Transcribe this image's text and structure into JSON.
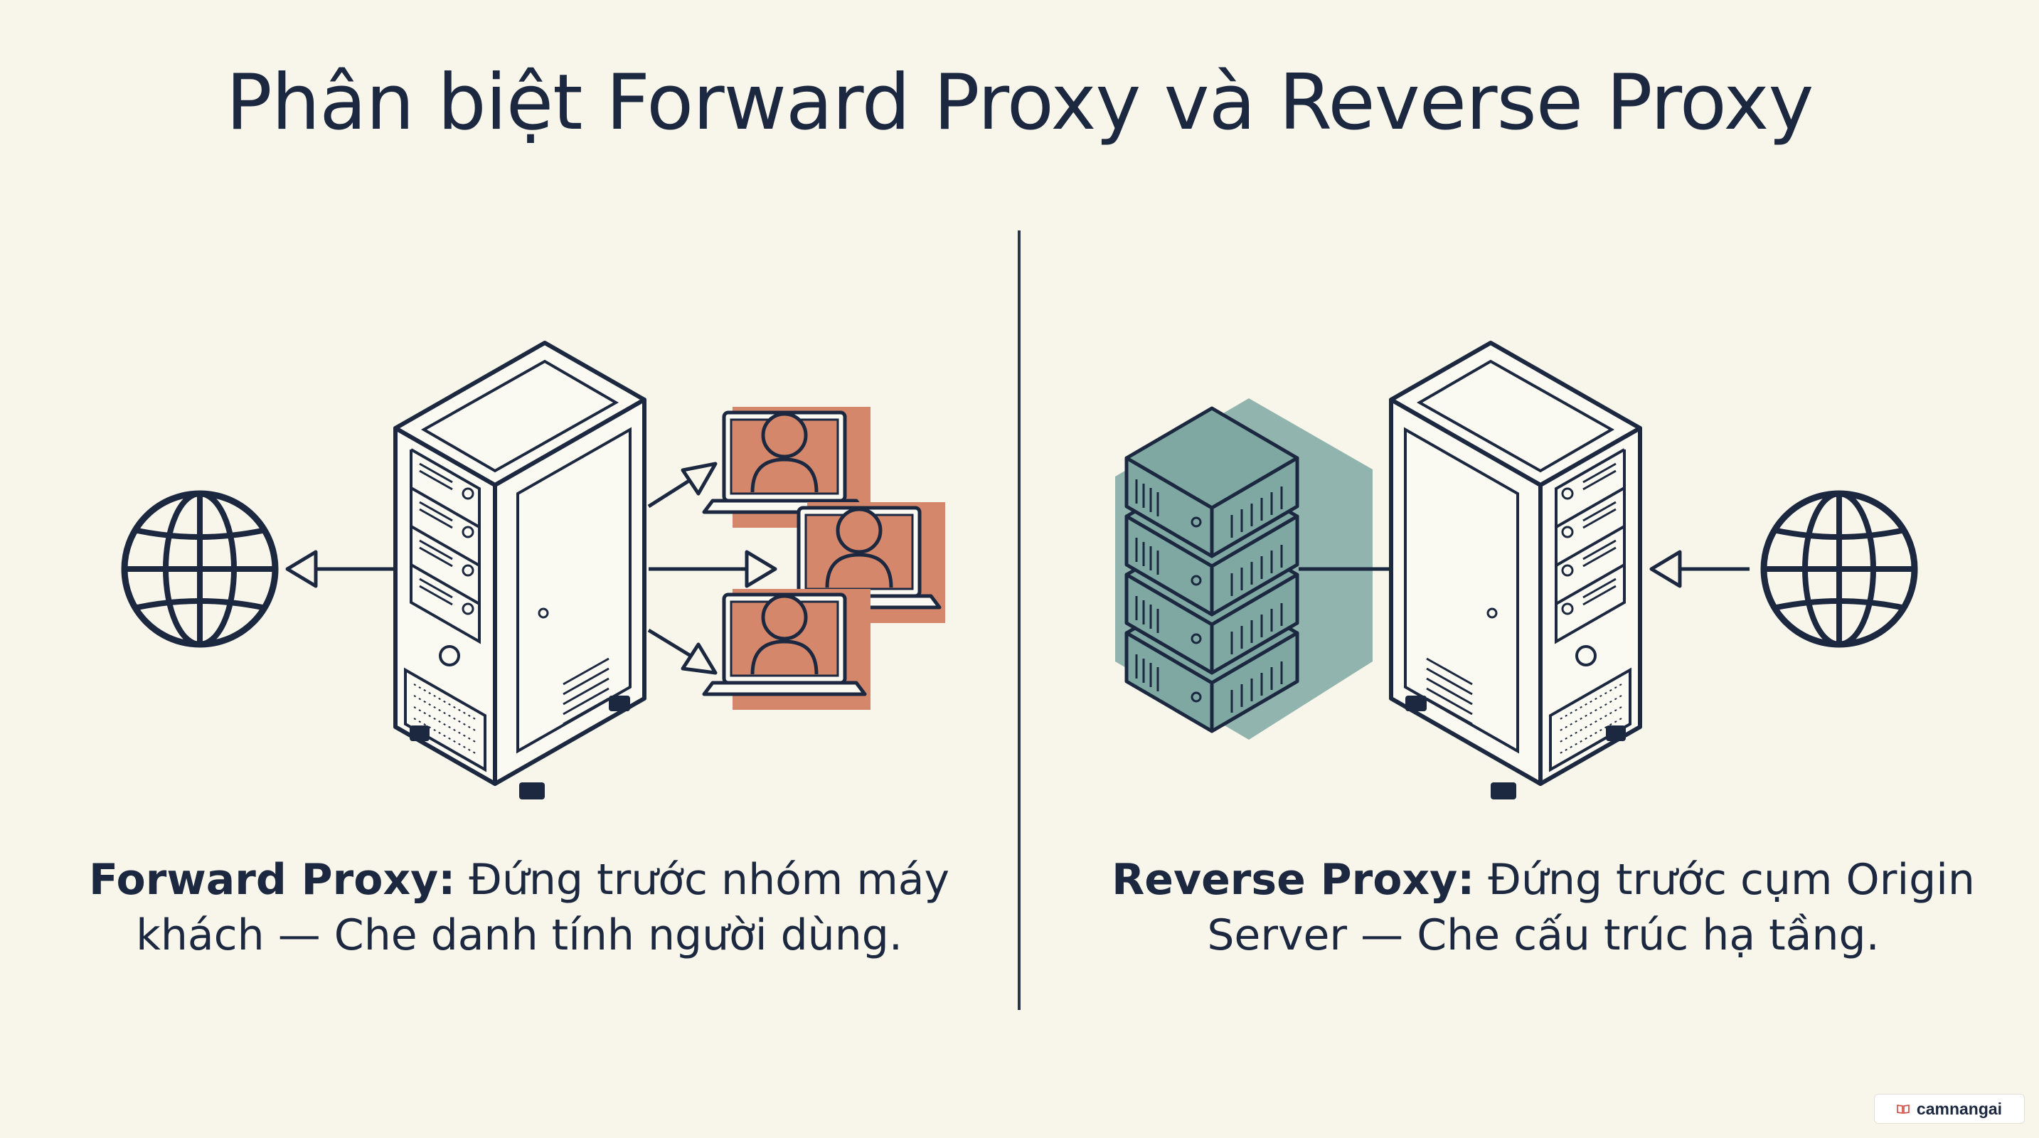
{
  "title": "Phân biệt Forward Proxy và Reverse Proxy",
  "forward": {
    "term": "Forward Proxy:",
    "line1": "Đứng trước nhóm máy",
    "line2": "khách — Che danh tính người dùng."
  },
  "reverse": {
    "term": "Reverse Proxy:",
    "line1": "Đứng trước cụm Origin",
    "line2": "Server — Che cấu trúc hạ tầng."
  },
  "watermark": "camnangai",
  "colors": {
    "ink": "#1c2840",
    "background": "#f8f6ea",
    "client_fill": "#d4876a",
    "origin_fill": "#7fa8a3"
  },
  "icons": [
    "globe-icon",
    "proxy-server-tower-icon",
    "client-laptop-icon",
    "origin-server-stack-icon",
    "arrow-icon",
    "logo-icon"
  ]
}
